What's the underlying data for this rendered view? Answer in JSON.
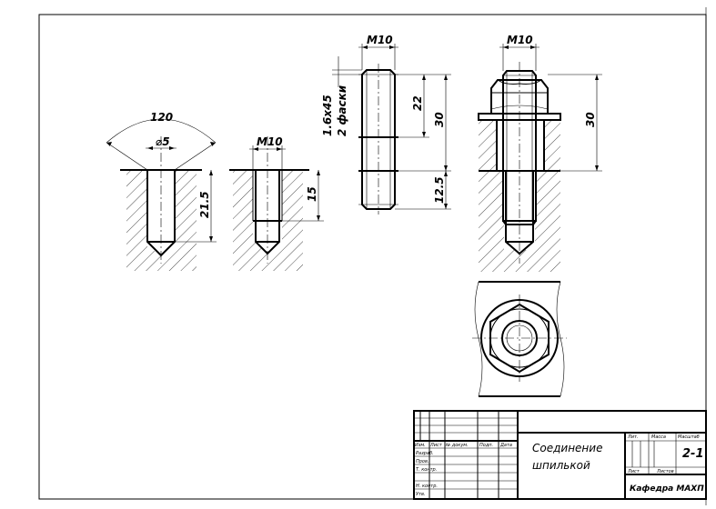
{
  "dimensions": {
    "angle_120": "120",
    "drill_dia": "⌀5",
    "drill_depth": "21.5",
    "thread_m10_hole": "M10",
    "thread_depth": "15",
    "stud_thread": "M10",
    "chamfer_line1": "1.6x45",
    "chamfer_line2": "2 фаски",
    "stud_thread_len": "22",
    "stud_len": "30",
    "stud_screw_len": "12.5",
    "assy_thread": "M10",
    "assy_len": "30"
  },
  "title_block": {
    "title_line1": "Соединение",
    "title_line2": "шпилькой",
    "code": "2-1",
    "organization": "Кафедра МАХП",
    "hdr_izm": "Изм.",
    "hdr_list": "Лист",
    "hdr_doc": "№ докум.",
    "hdr_sign": "Подп.",
    "hdr_date": "Дата",
    "razrab": "Разраб.",
    "prov": "Пров.",
    "tkontr": "Т. контр.",
    "nkontr": "Н. контр.",
    "utv": "Утв.",
    "lit": "Лит.",
    "massa": "Масса",
    "masshtab": "Масштаб",
    "list": "Лист",
    "listov": "Листов"
  }
}
